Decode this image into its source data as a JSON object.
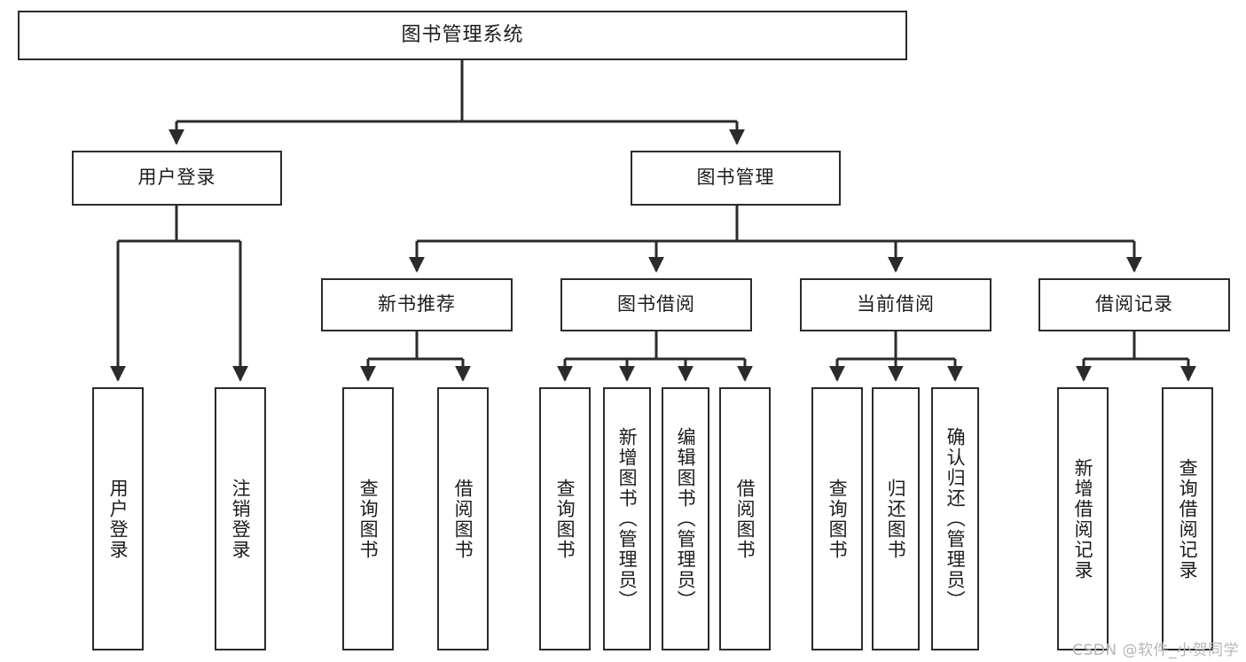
{
  "diagram": {
    "title": "图书管理系统",
    "type": "tree-hierarchy",
    "watermark": "CSDN @软件_小贺同学",
    "stroke_color": "#2b2b2b",
    "fill_color": "#ffffff",
    "text_color": "#1c1c1c",
    "watermark_color": "#b6b6b6"
  },
  "nodes": {
    "root": {
      "label": "图书管理系统"
    },
    "level1": [
      {
        "label": "用户登录"
      },
      {
        "label": "图书管理"
      }
    ],
    "level2": [
      {
        "label": "新书推荐"
      },
      {
        "label": "图书借阅"
      },
      {
        "label": "当前借阅"
      },
      {
        "label": "借阅记录"
      }
    ],
    "leaves": {
      "user_login": [
        {
          "label": "用户登录"
        },
        {
          "label": "注销登录"
        }
      ],
      "new_book_recommend": [
        {
          "label": "查询图书"
        },
        {
          "label": "借阅图书"
        }
      ],
      "book_borrow": [
        {
          "label": "查询图书"
        },
        {
          "label": "新增图书（管理员）"
        },
        {
          "label": "编辑图书（管理员）"
        },
        {
          "label": "借阅图书"
        }
      ],
      "current_borrow": [
        {
          "label": "查询图书"
        },
        {
          "label": "归还图书"
        },
        {
          "label": "确认归还（管理员）"
        }
      ],
      "borrow_record": [
        {
          "label": "新增借阅记录"
        },
        {
          "label": "查询借阅记录"
        }
      ]
    }
  }
}
